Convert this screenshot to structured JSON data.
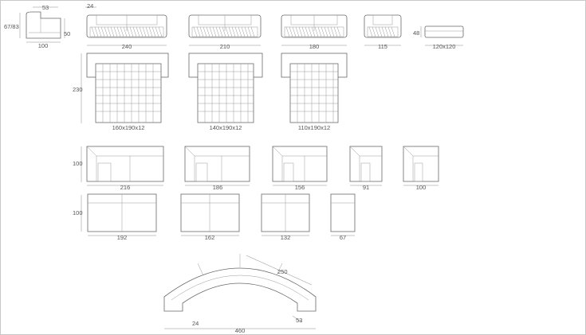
{
  "sofa_side": {
    "depth": "53",
    "height": "67/83",
    "seat": "50",
    "length": "100"
  },
  "front_views": {
    "arm": "24",
    "widths": [
      "240",
      "210",
      "180",
      "115"
    ]
  },
  "ottoman": {
    "height": "48",
    "size": "120x120"
  },
  "beds": {
    "depth": "230",
    "mattresses": [
      "160x190x12",
      "140x190x12",
      "110x190x12"
    ]
  },
  "modules_arm": {
    "depth": "100",
    "widths": [
      "216",
      "186",
      "156",
      "91",
      "100"
    ]
  },
  "modules": {
    "depth": "100",
    "widths": [
      "192",
      "162",
      "132",
      "67"
    ]
  },
  "curved": {
    "outer": "460",
    "arc": "250",
    "depth": "53",
    "arm": "24"
  }
}
